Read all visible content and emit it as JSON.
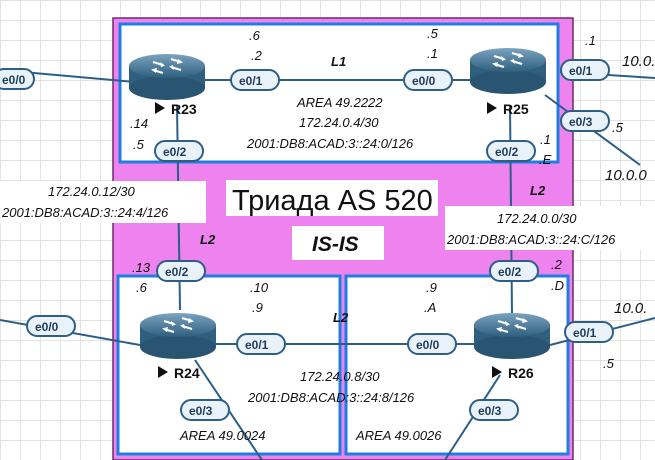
{
  "title": "Триада AS 520",
  "protocol": "IS-IS",
  "routers": {
    "r23": {
      "name": "R23"
    },
    "r25": {
      "name": "R25"
    },
    "r24": {
      "name": "R24"
    },
    "r26": {
      "name": "R26"
    }
  },
  "interfaces": {
    "r23_e00": "e0/0",
    "r23_e01": "e0/1",
    "r23_e02": "e0/2",
    "r25_e00": "e0/0",
    "r25_e01": "e0/1",
    "r25_e03": "e0/3",
    "r25_e02": "e0/2",
    "r24_e02": "e0/2",
    "r24_e00": "e0/0",
    "r24_e01": "e0/1",
    "r24_e03": "e0/3",
    "r26_e00": "e0/0",
    "r26_e02": "e0/2",
    "r26_e01": "e0/1",
    "r26_e03": "e0/3"
  },
  "areas": {
    "top": "AREA 49.2222",
    "bottom_left": "AREA 49.0024",
    "bottom_right": "AREA 49.0026"
  },
  "links": {
    "r23_r25": {
      "level": "L1",
      "ipv4": "172.24.0.4/30",
      "ipv6": "2001:DB8:ACAD:3::24:0/126"
    },
    "r23_r24": {
      "level": "L2",
      "ipv4": "172.24.0.12/30",
      "ipv6": "2001:DB8:ACAD:3::24:4/126"
    },
    "r25_r26": {
      "level": "L2",
      "ipv4": "172.24.0.0/30",
      "ipv6": "2001:DB8:ACAD:3::24:C/126"
    },
    "r24_r26": {
      "level": "L2",
      "ipv4": "172.24.0.8/30",
      "ipv6": "2001:DB8:ACAD:3::24:8/126"
    }
  },
  "host_octets": {
    "r23_top6": ".6",
    "r23_e01": ".2",
    "r25_top5": ".5",
    "r25_e00": ".1",
    "r25_e01": ".1",
    "r25_e03": ".5",
    "r23_e02_v4": ".14",
    "r23_e02_v6": ".5",
    "r25_e02_v4": ".1",
    "r25_e02_v6": ".E",
    "r24_e02_v4": ".13",
    "r24_e02_v6": ".6",
    "r24_e01_v4": ".10",
    "r24_e01_v6": ".9",
    "r26_e00_v4": ".9",
    "r26_e00_v6": ".A",
    "r26_e02_v4": ".2",
    "r26_e02_v6": ".D",
    "r26_e01": ".5"
  },
  "external": {
    "r25_e01": "10.0.",
    "r25_e03": "10.0.0",
    "r26_e01": "10.0."
  },
  "colors": {
    "as_fill": "#ee82ee",
    "area_border": "#1e7fe0",
    "link": "#2a5f86",
    "router": "#3d6f8e",
    "iface_fill": "#eaf2f9",
    "iface_stroke": "#2d5f86"
  }
}
